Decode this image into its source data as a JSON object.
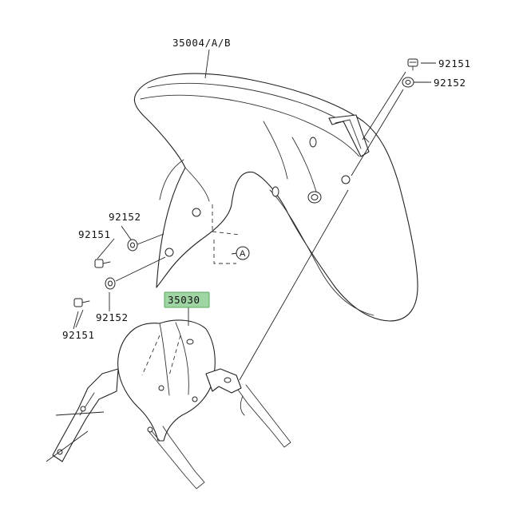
{
  "diagram": {
    "labels": {
      "front_fender": "35004/A/B",
      "fender_bracket": "35030",
      "bolt_right": "92151",
      "washer_right": "92152",
      "washer_left_upper": "92152",
      "bolt_left_upper": "92151",
      "washer_left_lower": "92152",
      "bolt_left_lower": "92151",
      "reference_mark": "A"
    },
    "colors": {
      "highlight": "#9fd4a3",
      "line": "#222222",
      "background": "#ffffff"
    }
  }
}
